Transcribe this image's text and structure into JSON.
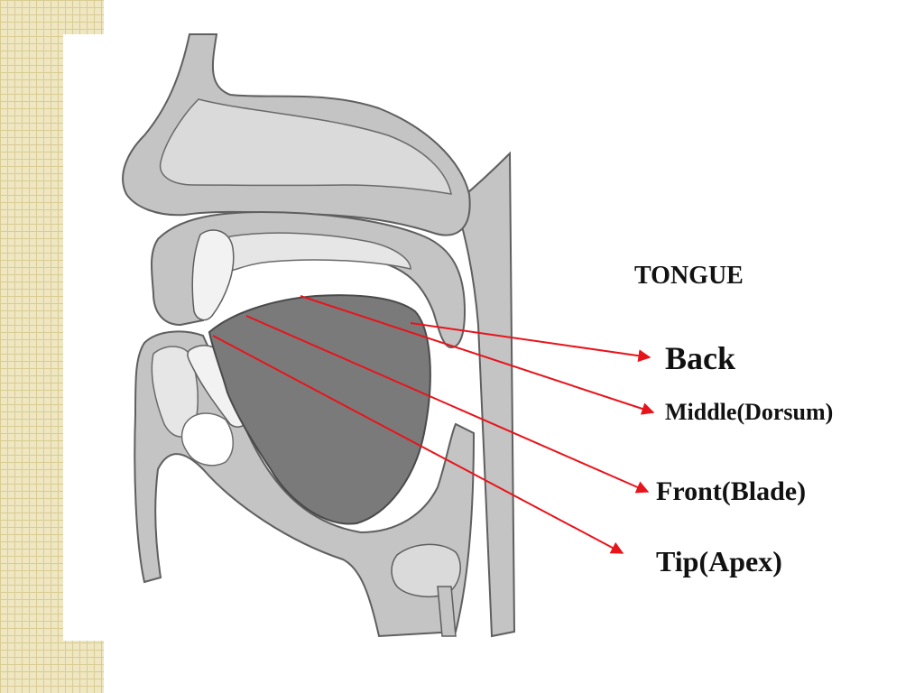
{
  "diagram": {
    "title": "TONGUE",
    "labels": {
      "back": "Back",
      "middle": "Middle(Dorsum)",
      "front": "Front(Blade)",
      "tip": "Tip(Apex)"
    },
    "colors": {
      "arrow": "#e8141b",
      "tongue": "#7a7a7a",
      "tissue": "#c4c4c4",
      "outline": "#5f5f5f",
      "strip": "#efe6c2"
    }
  }
}
